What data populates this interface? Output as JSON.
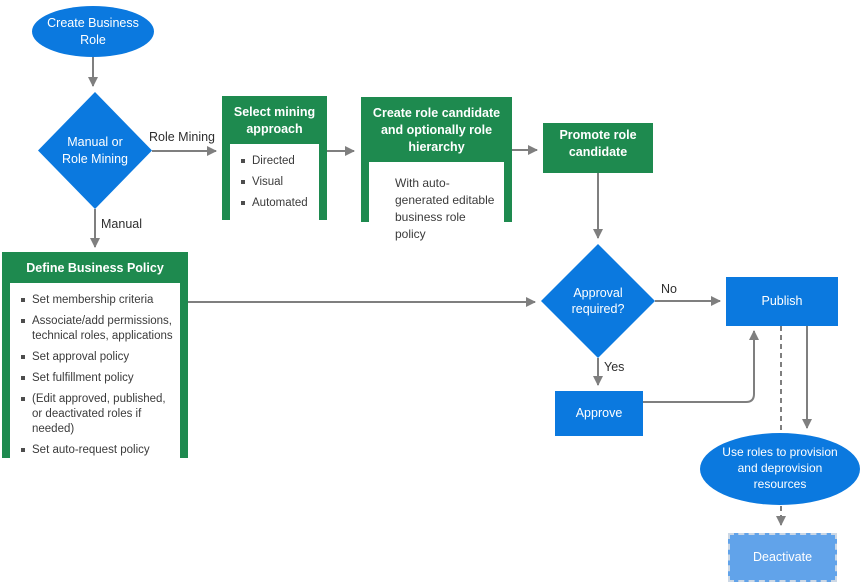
{
  "diagram": {
    "nodes": {
      "create_business_role": {
        "label": "Create Business Role"
      },
      "manual_or_role_mining": {
        "label": "Manual or Role Mining"
      },
      "select_mining_approach": {
        "title": "Select mining approach",
        "items": [
          "Directed",
          "Visual",
          "Automated"
        ]
      },
      "create_role_candidate": {
        "title": "Create role candidate and optionally role hierarchy",
        "note": "With auto-generated editable business role policy"
      },
      "promote_role_candidate": {
        "label": "Promote role candidate"
      },
      "approval_required": {
        "label": "Approval required?"
      },
      "define_business_policy": {
        "title": "Define Business Policy",
        "items": [
          "Set membership criteria",
          "Associate/add permissions, technical roles, applications",
          "Set approval policy",
          "Set fulfillment policy",
          "(Edit approved, published, or deactivated roles if needed)",
          "Set auto-request policy"
        ]
      },
      "publish": {
        "label": "Publish"
      },
      "approve": {
        "label": "Approve"
      },
      "use_roles": {
        "label": "Use roles to provision and deprovision resources"
      },
      "deactivate": {
        "label": "Deactivate"
      }
    },
    "edge_labels": {
      "role_mining": "Role Mining",
      "manual": "Manual",
      "no": "No",
      "yes": "Yes"
    },
    "colors": {
      "node_blue": "#0b79df",
      "node_green": "#1e8a4f",
      "deactivate_blue": "#61a3ea",
      "connector_gray": "#7f7f7f",
      "text_dark": "#3b3b3b"
    }
  }
}
